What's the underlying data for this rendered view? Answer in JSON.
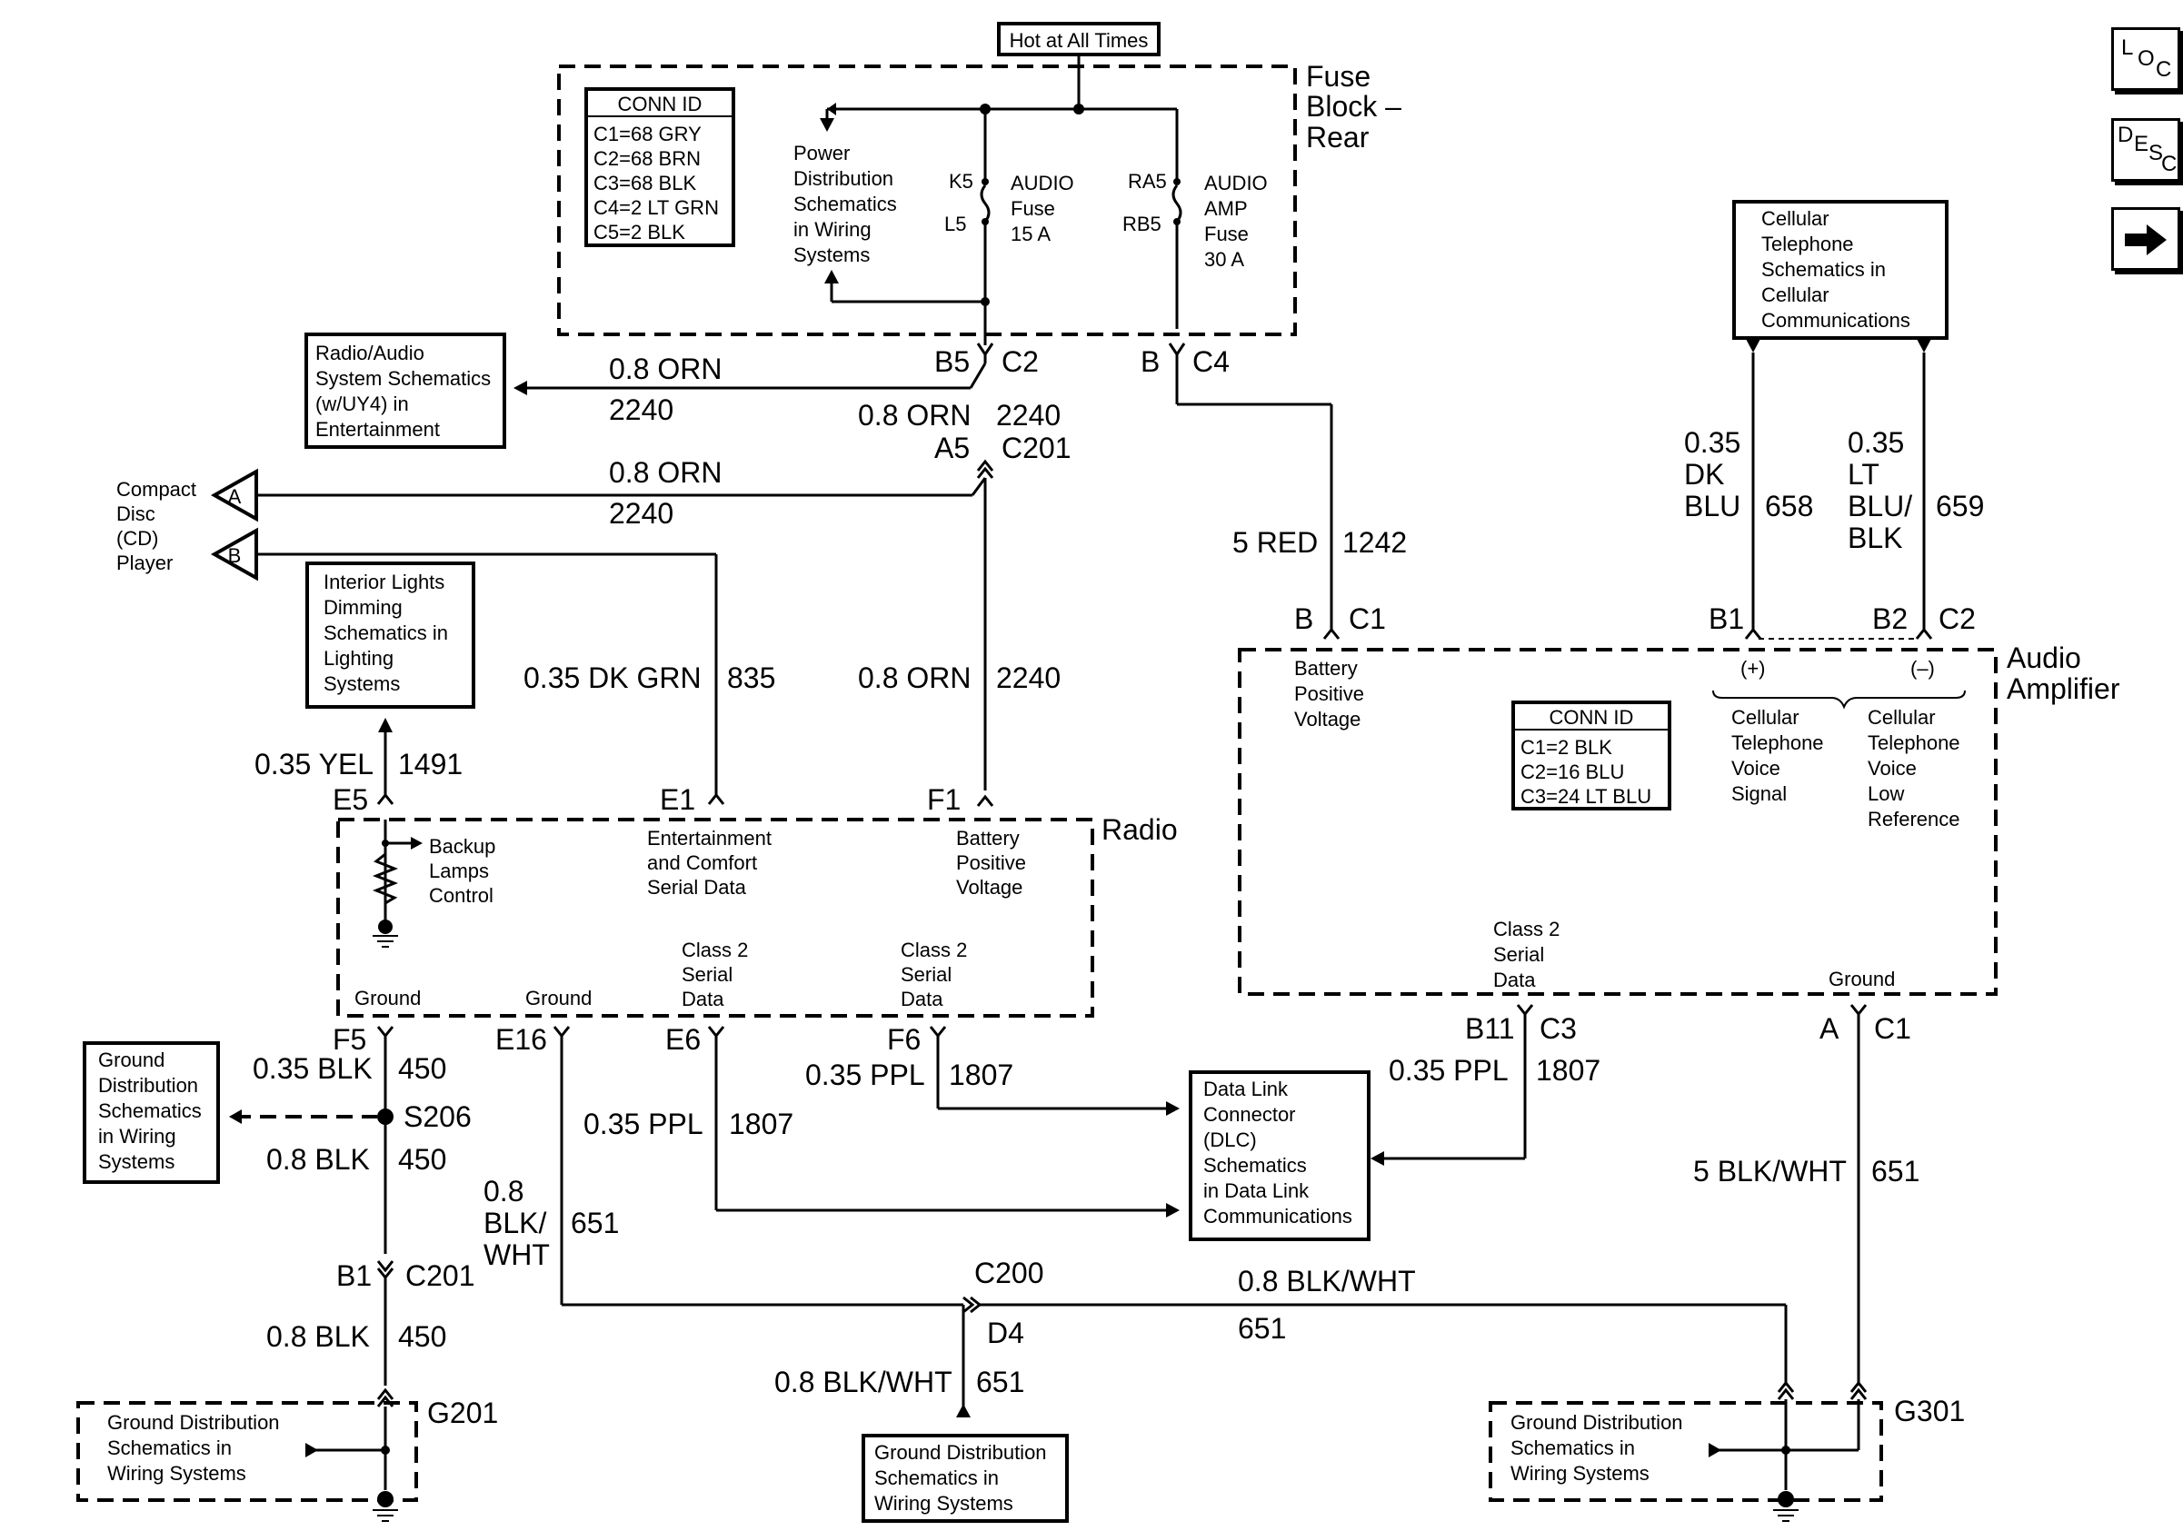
{
  "title_box": "Hot at All Times",
  "fuse_block": {
    "line1": "Fuse",
    "line2": "Block –",
    "line3": "Rear"
  },
  "conn_id_fuse": {
    "header": "CONN ID",
    "rows": [
      "C1=68 GRY",
      "C2=68 BRN",
      "C3=68 BLK",
      "C4=2 LT GRN",
      "C5=2 BLK"
    ]
  },
  "power_dist": [
    "Power",
    "Distribution",
    "Schematics",
    "in Wiring",
    "Systems"
  ],
  "fuse_audio": {
    "top": "K5",
    "bottom": "L5",
    "name": [
      "AUDIO",
      "Fuse",
      "15 A"
    ]
  },
  "fuse_amp": {
    "top": "RA5",
    "bottom": "RB5",
    "name": [
      "AUDIO",
      "AMP",
      "Fuse",
      "30 A"
    ]
  },
  "radio_audio_box": [
    "Radio/Audio",
    "System Schematics",
    "(w/UY4) in",
    "Entertainment"
  ],
  "cd_player": {
    "label": [
      "Compact",
      "Disc",
      "(CD)",
      "Player"
    ],
    "a": "A",
    "b": "B"
  },
  "interior_lights_box": [
    "Interior Lights",
    "Dimming",
    "Schematics in",
    "Lighting",
    "Systems"
  ],
  "cell_phone_box": [
    "Cellular",
    "Telephone",
    "Schematics in",
    "Cellular",
    "Communications"
  ],
  "wires": {
    "w_b5_orn": "0.8 ORN",
    "w_b5_num": "2240",
    "w_c201_orn": "0.8 ORN",
    "w_c201_num": "2240",
    "w_cd_orn": "0.8 ORN",
    "w_cd_num": "2240",
    "w_f1_orn": "0.8 ORN",
    "w_f1_num": "2240",
    "w_grn": "0.35 DK GRN",
    "w_grn_num": "835",
    "w_yel": "0.35 YEL",
    "w_yel_num": "1491",
    "w_red": "5 RED",
    "w_red_num": "1242",
    "w_dkblu": [
      "0.35",
      "DK",
      "BLU"
    ],
    "w_dkblu_num": "658",
    "w_ltblu": [
      "0.35",
      "LT",
      "BLU/",
      "BLK"
    ],
    "w_ltblu_num": "659",
    "w_blk1": "0.35 BLK",
    "w_blk1_num": "450",
    "w_blk2": "0.8 BLK",
    "w_blk2_num": "450",
    "w_blk3": "0.8 BLK",
    "w_blk3_num": "450",
    "w_blkwht_e16": [
      "0.8",
      "BLK/",
      "WHT"
    ],
    "w_blkwht_e16_num": "651",
    "w_ppl_e6": "0.35 PPL",
    "w_ppl_e6_num": "1807",
    "w_ppl_f6": "0.35 PPL",
    "w_ppl_f6_num": "1807",
    "w_ppl_b11": "0.35 PPL",
    "w_ppl_b11_num": "1807",
    "w_blkwht_c200": "0.8 BLK/WHT",
    "w_blkwht_c200_num": "651",
    "w_blkwht_d4": "0.8 BLK/WHT",
    "w_blkwht_d4_num": "651",
    "w_blkwht_amp": "5 BLK/WHT",
    "w_blkwht_amp_num": "651"
  },
  "pins": {
    "b5": "B5",
    "c2": "C2",
    "b": "B",
    "c4": "C4",
    "a5": "A5",
    "c201": "C201",
    "e5": "E5",
    "e1": "E1",
    "f1": "F1",
    "f5": "F5",
    "e16": "E16",
    "e6": "E6",
    "f6": "F6",
    "s206": "S206",
    "b1c": "B1",
    "c201b": "C201",
    "c200": "C200",
    "d4": "D4",
    "amp_b": "B",
    "amp_c1": "C1",
    "amp_b1": "B1",
    "amp_b2": "B2",
    "amp_c2": "C2",
    "amp_b11": "B11",
    "amp_c3": "C3",
    "amp_a": "A",
    "amp_c1b": "C1",
    "g201": "G201",
    "g301": "G301"
  },
  "radio": {
    "name": "Radio",
    "backup": [
      "Backup",
      "Lamps",
      "Control"
    ],
    "ent": [
      "Entertainment",
      "and Comfort",
      "Serial Data"
    ],
    "batt": [
      "Battery",
      "Positive",
      "Voltage"
    ],
    "class2a": [
      "Class 2",
      "Serial",
      "Data"
    ],
    "class2b": [
      "Class 2",
      "Serial",
      "Data"
    ],
    "ground1": "Ground",
    "ground2": "Ground"
  },
  "amp": {
    "name": [
      "Audio",
      "Amplifier"
    ],
    "batt": [
      "Battery",
      "Positive",
      "Voltage"
    ],
    "plus": "(+)",
    "minus": "(–)",
    "voice_sig": [
      "Cellular",
      "Telephone",
      "Voice",
      "Signal"
    ],
    "voice_low": [
      "Cellular",
      "Telephone",
      "Voice",
      "Low",
      "Reference"
    ],
    "class2": [
      "Class 2",
      "Serial",
      "Data"
    ],
    "ground": "Ground"
  },
  "conn_id_amp": {
    "header": "CONN ID",
    "rows": [
      "C1=2 BLK",
      "C2=16 BLU",
      "C3=24 LT BLU"
    ]
  },
  "ground_box_left": [
    "Ground",
    "Distribution",
    "Schematics",
    "in Wiring",
    "Systems"
  ],
  "dlc_box": [
    "Data Link",
    "Connector",
    "(DLC)",
    "Schematics",
    "in Data Link",
    "Communications"
  ],
  "ground_box_g201": [
    "Ground Distribution",
    "Schematics in",
    "Wiring Systems"
  ],
  "ground_box_center": [
    "Ground Distribution",
    "Schematics in",
    "Wiring Systems"
  ],
  "ground_box_g301": [
    "Ground Distribution",
    "Schematics in",
    "Wiring Systems"
  ],
  "nav": {
    "loc": [
      "L",
      "O",
      "C"
    ],
    "desc": [
      "D",
      "E",
      "S",
      "C"
    ],
    "next": "next-arrow"
  }
}
